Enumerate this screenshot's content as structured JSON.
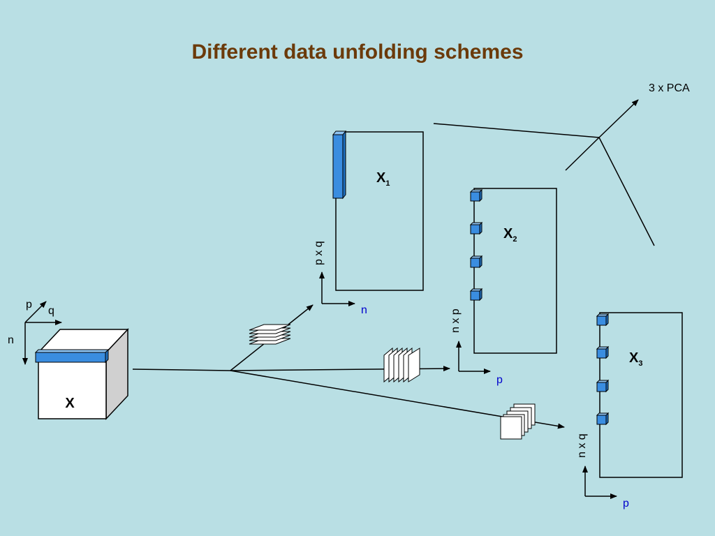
{
  "title": "Different data unfolding schemes",
  "pca_label": "3 x PCA",
  "cube": {
    "label": "X",
    "axis_p": "p",
    "axis_q": "q",
    "axis_n": "n"
  },
  "matrices": [
    {
      "name": "X",
      "subscript": "1",
      "rows_label": "p x q",
      "cols_label": "n"
    },
    {
      "name": "X",
      "subscript": "2",
      "rows_label": "n x p",
      "cols_label": "p"
    },
    {
      "name": "X",
      "subscript": "3",
      "rows_label": "n x q",
      "cols_label": "p"
    }
  ],
  "colors": {
    "background": "#b9dfe4",
    "title": "#6b3a0a",
    "slice": "#3a8de0",
    "axis_label_blue": "#0000cc"
  }
}
